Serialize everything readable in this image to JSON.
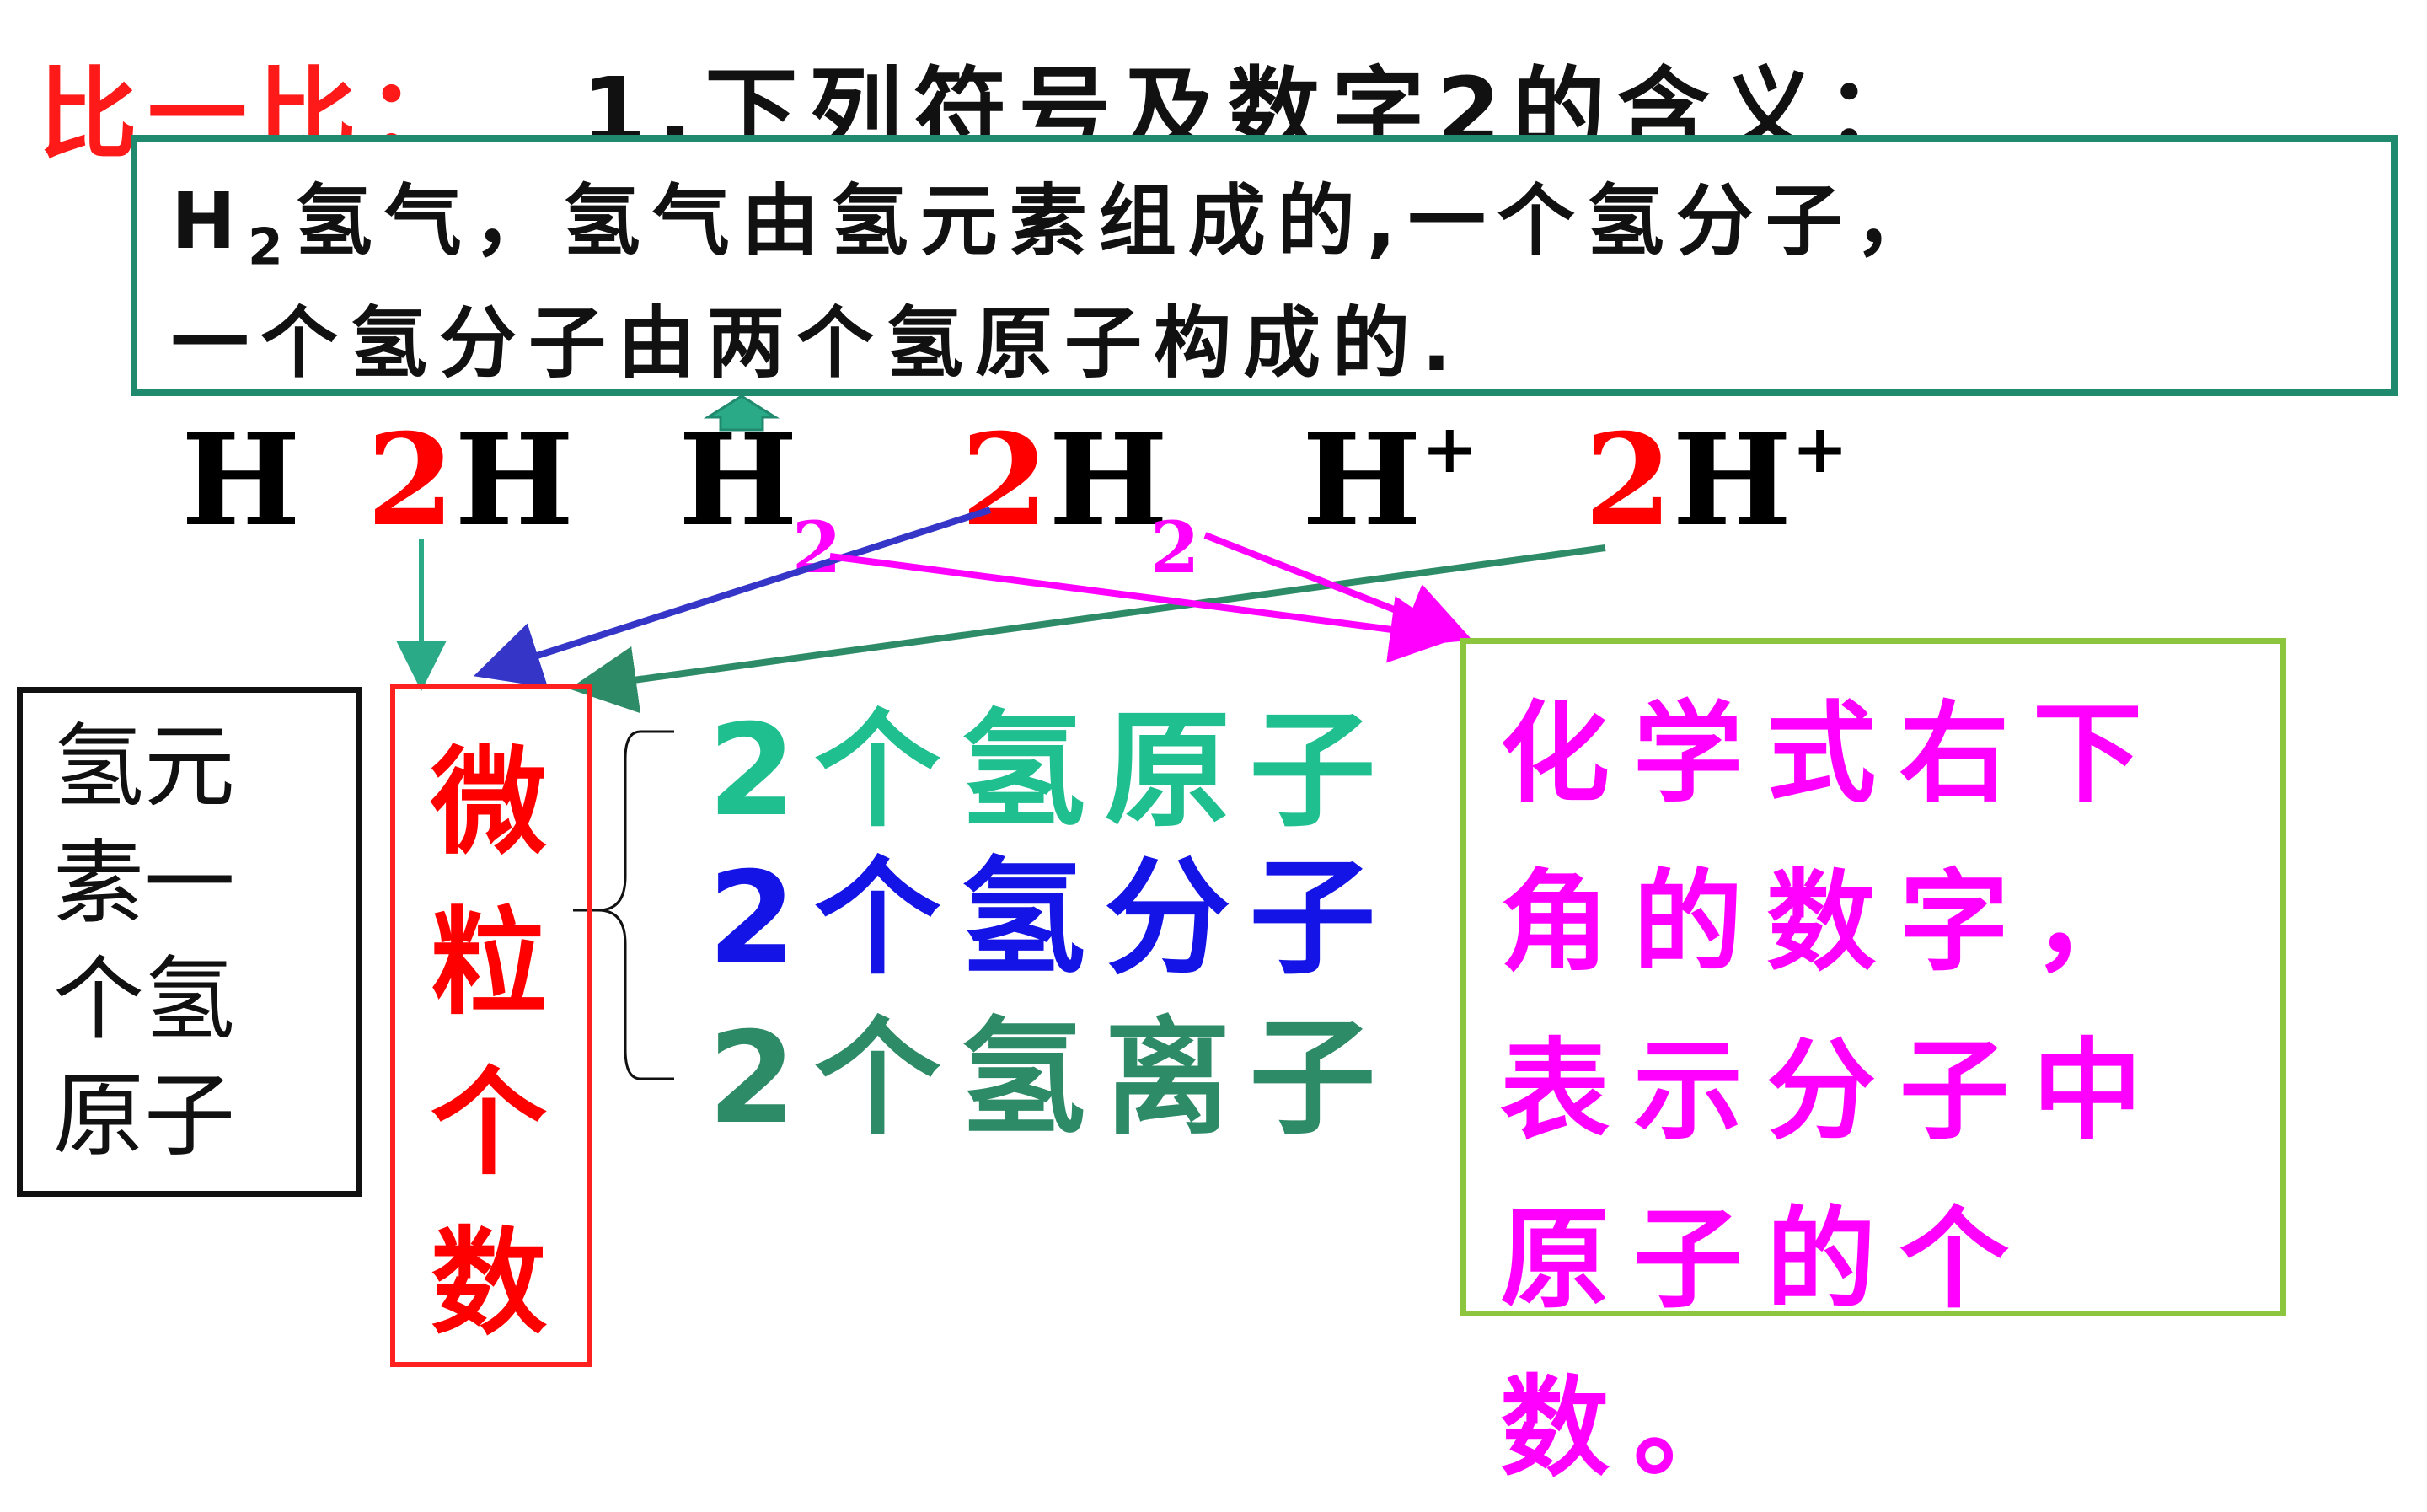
{
  "title": {
    "bibi": "比一比：",
    "question": "1.下列符号及数字2的含义："
  },
  "h2_box": {
    "formula_base": "H",
    "formula_sub": "2",
    "line1_rest": "氢气，氢气由氢元素组成的,一个氢分子，",
    "line2": "一个氢分子由两个氢原子构成的."
  },
  "symbols": [
    {
      "coef": "",
      "base": "H",
      "sup": ""
    },
    {
      "coef": "2",
      "base": "H",
      "sup": ""
    },
    {
      "coef": "",
      "base": "H",
      "sup": ""
    },
    {
      "coef": "2",
      "base": "H",
      "sup": ""
    },
    {
      "coef": "",
      "base": "H",
      "sup": "+"
    },
    {
      "coef": "2",
      "base": "H",
      "sup": "+"
    }
  ],
  "subscripts": [
    "2",
    "2"
  ],
  "left_box": {
    "text": "氢元素一个氢原子"
  },
  "particle_count_box": {
    "text": "微粒个数"
  },
  "particle_list": [
    {
      "text": "2个氢原子",
      "color": "#1fbf8f"
    },
    {
      "text": "2个氢分子",
      "color": "#1414e6"
    },
    {
      "text": "2个氢离子",
      "color": "#2e8b67"
    }
  ],
  "right_box": {
    "text": "化学式右下\n角的数字，\n表示分子中\n原子的个数。"
  },
  "colors": {
    "title_red": "#ff1a1a",
    "teal": "#1f8a6e",
    "red": "#ff0000",
    "magenta": "#ff00ff",
    "blue_arrow": "#3535c8",
    "green_arrow": "#2e8b67",
    "lime": "#8cc63f"
  }
}
